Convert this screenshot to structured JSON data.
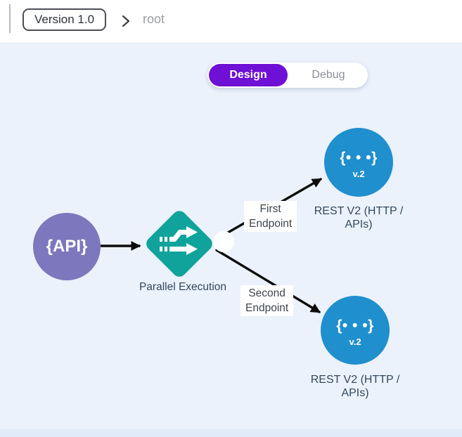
{
  "header": {
    "version_button_label": "Version 1.0",
    "breadcrumb_current": "root"
  },
  "mode_toggle": {
    "design_label": "Design",
    "debug_label": "Debug"
  },
  "canvas": {
    "api_node": {
      "label": "{API}"
    },
    "parallel_node": {
      "label": "Parallel Execution"
    },
    "endpoint_top": {
      "glyph": "{• • •}",
      "version_badge": "v.2",
      "caption_line1": "REST V2 (HTTP /",
      "caption_line2": "APIs)"
    },
    "endpoint_bottom": {
      "glyph": "{• • •}",
      "version_badge": "v.2",
      "caption_line1": "REST V2 (HTTP /",
      "caption_line2": "APIs)"
    },
    "edge_label_top": {
      "line1": "First",
      "line2": "Endpoint"
    },
    "edge_label_bottom": {
      "line1": "Second",
      "line2": "Endpoint"
    }
  },
  "icons": {
    "breadcrumb_separator": "chevron-right-icon",
    "parallel_node_icon": "parallel-arrows-icon"
  },
  "colors": {
    "design_tab_active": "#6E10D6",
    "api_node_fill": "#7D77BD",
    "parallel_node_fill": "#0FA39B",
    "endpoint_node_fill": "#1F8FCE",
    "canvas_background": "#EBF2FC",
    "edge_stroke": "#0D0D0D"
  }
}
